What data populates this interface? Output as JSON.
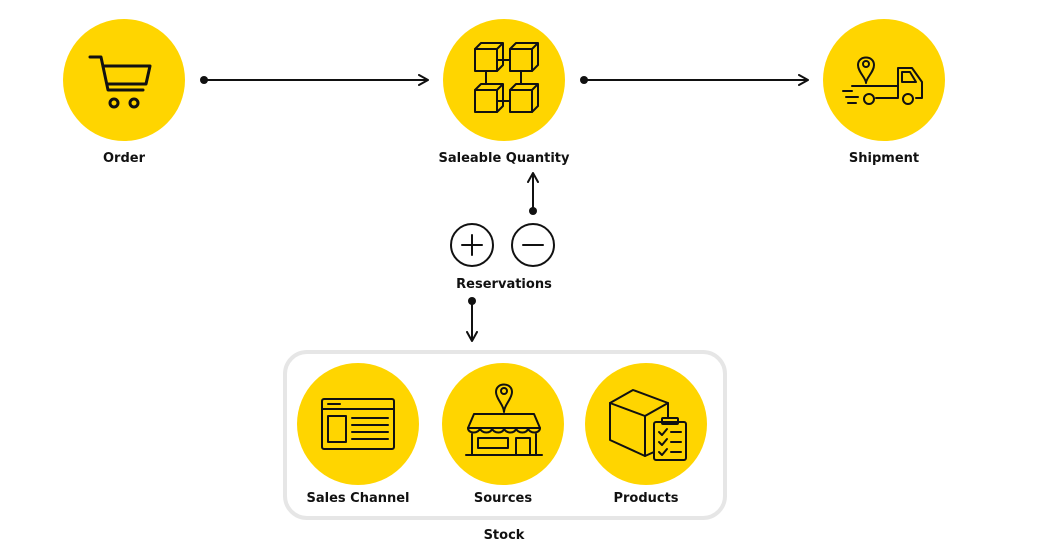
{
  "colors": {
    "accent": "#FFD500",
    "stroke": "#111111",
    "panel_border": "#E6E6E6"
  },
  "nodes": {
    "order": {
      "label": "Order",
      "icon": "shopping-cart-icon"
    },
    "saleable_quantity": {
      "label": "Saleable Quantity",
      "icon": "cubes-network-icon"
    },
    "shipment": {
      "label": "Shipment",
      "icon": "delivery-truck-icon"
    },
    "reservations": {
      "label": "Reservations",
      "icons": [
        "plus-circle-icon",
        "minus-circle-icon"
      ]
    },
    "sales_channel": {
      "label": "Sales Channel",
      "icon": "browser-window-icon"
    },
    "sources": {
      "label": "Sources",
      "icon": "storefront-icon"
    },
    "products": {
      "label": "Products",
      "icon": "box-checklist-icon"
    }
  },
  "stock": {
    "label": "Stock"
  }
}
